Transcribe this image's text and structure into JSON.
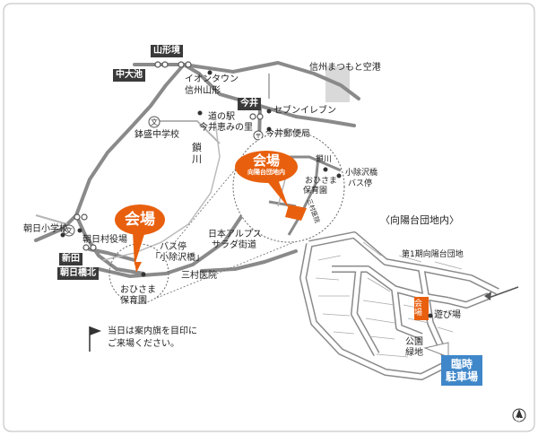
{
  "stations": {
    "yamagata": "山形境",
    "nakaooike": "中大池",
    "imai": "今井",
    "shinden": "新田",
    "asahibashi_kita": "朝日橋北"
  },
  "places": {
    "airport": "信州まつもと空港",
    "aeon_line1": "イオンタウン",
    "aeon_line2": "信州山形",
    "michinoeki_line1": "道の駅",
    "michinoeki_line2": "今井恵みの里",
    "seven": "セブンイレブン",
    "post": "今井郵便局",
    "school_mid": "鉢盛中学校",
    "river": "鎖川",
    "school_asahi": "朝日小学校",
    "village_office": "朝日村役場",
    "bus_line1": "バス停",
    "bus_line2": "「小除沢橋」",
    "alps_line1": "日本アルプス",
    "alps_line2": "サラダ街道",
    "clinic": "三村医院",
    "nursery_line1": "おひさま",
    "nursery_line2": "保育園"
  },
  "venue": {
    "label": "会場",
    "sub": "向陽台団地内"
  },
  "inset": {
    "river": "鎖川",
    "bridge_line1": "小除沢橋",
    "bridge_line2": "バス停",
    "nursery_line1": "おひさま",
    "nursery_line2": "保育園",
    "road_tag": "三村医院"
  },
  "detail": {
    "title": "〈向陽台団地内〉",
    "area_label": "第1期向陽台団地",
    "venue": "会場",
    "playground": "遊び場",
    "park_line1": "公園",
    "park_line2": "緑地",
    "parking_line1": "臨時",
    "parking_line2": "駐車場",
    "north": "N"
  },
  "note": {
    "line1": "当日は案内旗を目印に",
    "line2": "ご来場ください。"
  },
  "colors": {
    "road": "#8a8a8a",
    "road_light": "#b5b5b5",
    "venue": "#e8600e",
    "parking": "#3f87c9",
    "tag": "#3a3a3a",
    "airport": "#d9d9d9"
  }
}
